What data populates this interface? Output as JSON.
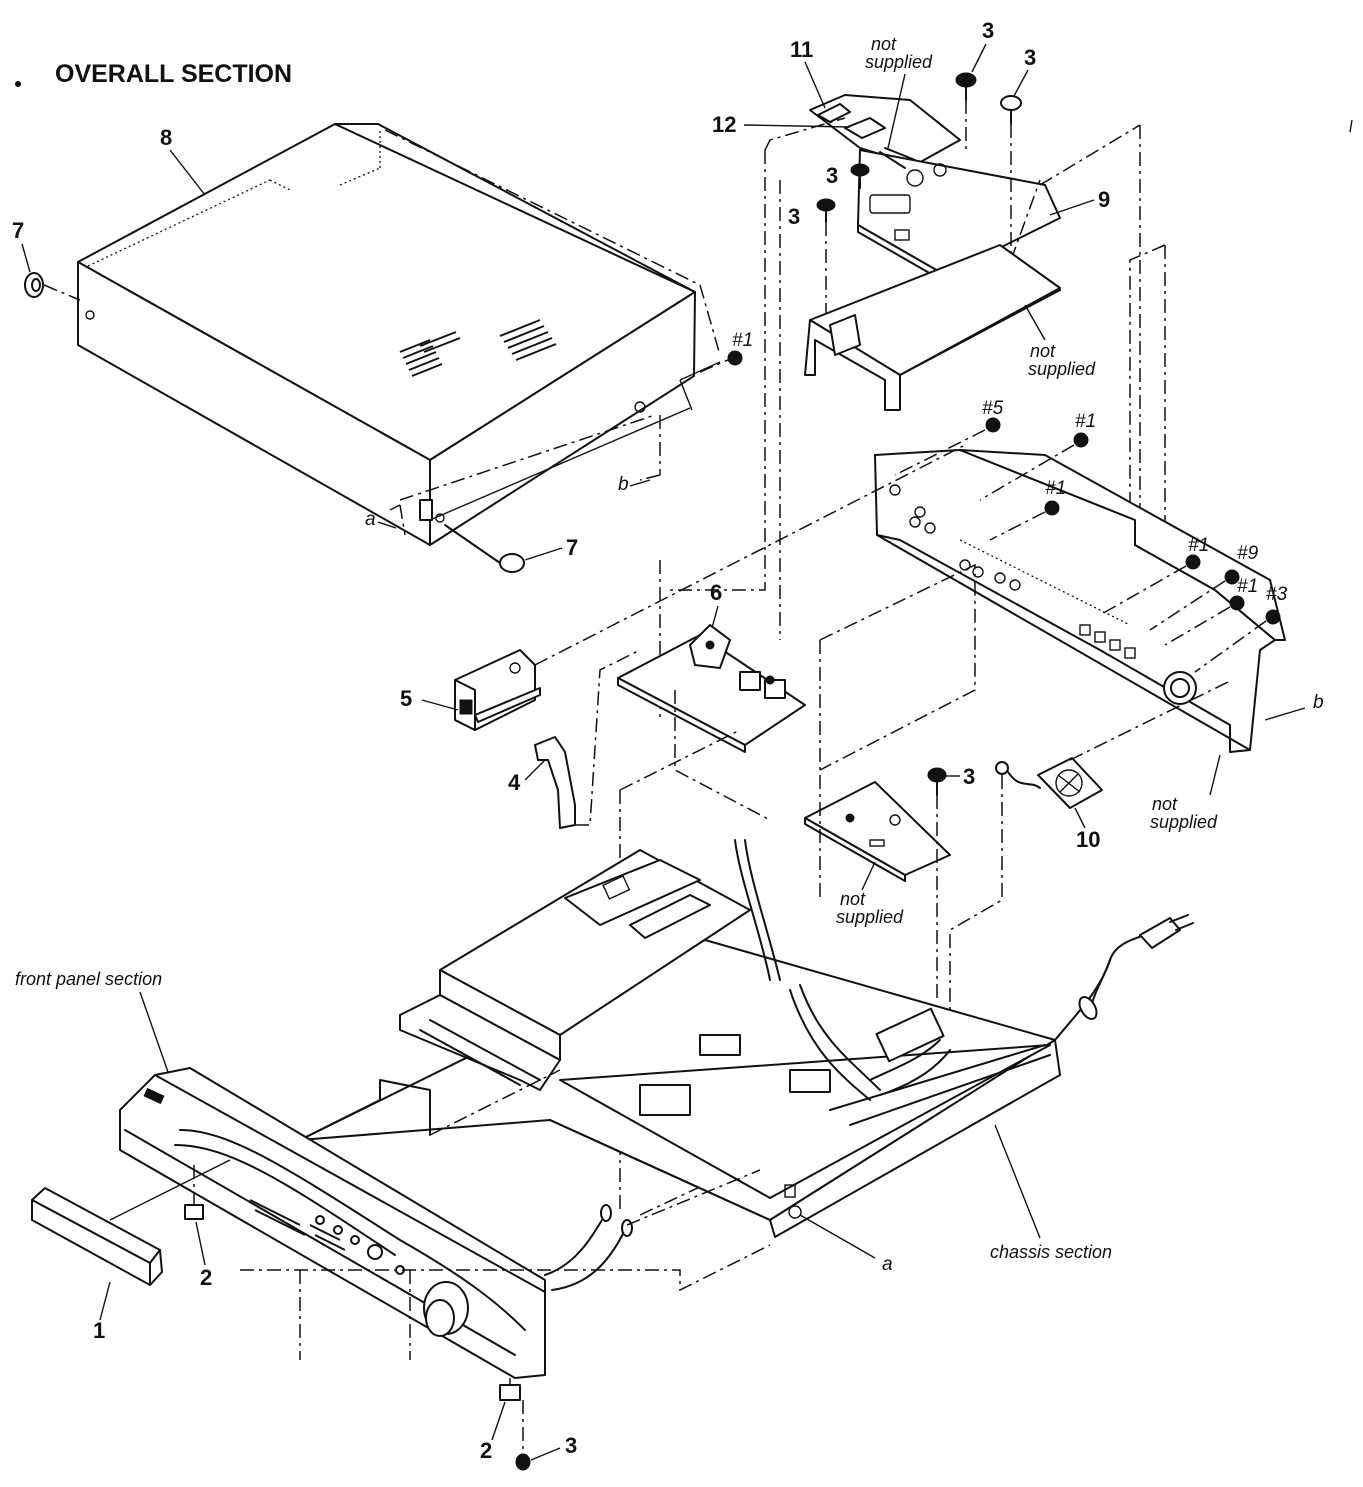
{
  "title": "OVERALL SECTION",
  "parts": {
    "p1": "1",
    "p2a": "2",
    "p2b": "2",
    "p3_top1": "3",
    "p3_top2": "3",
    "p3_mid1": "3",
    "p3_mid2": "3",
    "p3_bracket": "3",
    "p3_bottom": "3",
    "p4": "4",
    "p5": "5",
    "p6": "6",
    "p7_left": "7",
    "p7_bottom": "7",
    "p8": "8",
    "p9": "9",
    "p10": "10",
    "p11": "11",
    "p12": "12"
  },
  "refs": {
    "r1_cover": "#1",
    "r5": "#5",
    "r1_panel_top": "#1",
    "r1_panel_mid": "#1",
    "r1_right_a": "#1",
    "r9": "#9",
    "r1_right_b": "#1",
    "r3": "#3",
    "a_cover": "a",
    "b_cover": "b",
    "b_panel": "b",
    "a_chassis": "a"
  },
  "notes": {
    "not_supplied_top_1": "not",
    "not_supplied_top_2": "supplied",
    "not_supplied_bracket_1": "not",
    "not_supplied_bracket_2": "supplied",
    "not_supplied_panel_1": "not",
    "not_supplied_panel_2": "supplied",
    "not_supplied_board_1": "not",
    "not_supplied_board_2": "supplied"
  },
  "sections": {
    "front_panel": "front panel section",
    "chassis": "chassis section"
  },
  "icons": [
    "screw-icon",
    "washer-icon",
    "fan-icon",
    "power-plug-icon",
    "volume-knob-icon"
  ]
}
